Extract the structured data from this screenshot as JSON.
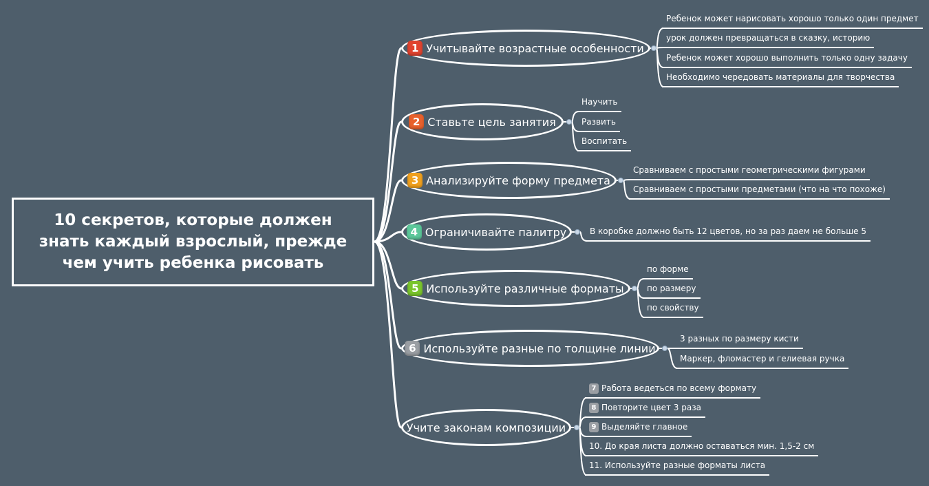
{
  "central": {
    "title": "10 секретов, которые должен\nзнать каждый взрослый, прежде\nчем учить ребенка рисовать"
  },
  "colors": {
    "background": "#4e5e6b",
    "line": "#ffffff",
    "badge_1": "#e0432f",
    "badge_2": "#e8612c",
    "badge_3": "#f0a01e",
    "badge_4": "#5cc79a",
    "badge_5": "#7ac52c",
    "badge_grey": "#9a9ea3"
  },
  "branches": [
    {
      "number": "1",
      "label": "Учитывайте возрастные особенности",
      "items": [
        "Ребенок может нарисовать хорошо только один предмет",
        "урок должен превращаться в сказку, историю",
        "Ребенок может хорошо выполнить только одну задачу",
        "Необходимо чередовать материалы для творчества"
      ]
    },
    {
      "number": "2",
      "label": "Ставьте цель  занятия",
      "items": [
        "Научить",
        "Развить",
        "Воспитать"
      ]
    },
    {
      "number": "3",
      "label": "Анализируйте форму предмета",
      "items": [
        "Сравниваем с простыми геометрическими фигурами",
        "Сравниваем с простыми предметами (что на что похоже)"
      ]
    },
    {
      "number": "4",
      "label": "Ограничивайте палитру",
      "items": [
        "В коробке должно быть 12 цветов, но за раз даем не больше 5"
      ]
    },
    {
      "number": "5",
      "label": "Используйте различные форматы",
      "items": [
        "по форме",
        "по размеру",
        "по свойству"
      ]
    },
    {
      "number": "6",
      "label": "Используйте разные по толщине линии",
      "items": [
        "3 разных по размеру кисти",
        "Маркер, фломастер и гелиевая ручка"
      ]
    },
    {
      "number": "",
      "label": "Учите законам композиции",
      "items": [
        {
          "badge": "7",
          "text": "Работа ведеться по всему формату"
        },
        {
          "badge": "8",
          "text": "Повторите цвет 3 раза"
        },
        {
          "badge": "9",
          "text": "Выделяйте  главное"
        },
        {
          "badge": "",
          "text": "10.  До края листа должно оставаться мин. 1,5-2 см"
        },
        {
          "badge": "",
          "text": "11. Используйте разные форматы листа"
        }
      ]
    }
  ]
}
